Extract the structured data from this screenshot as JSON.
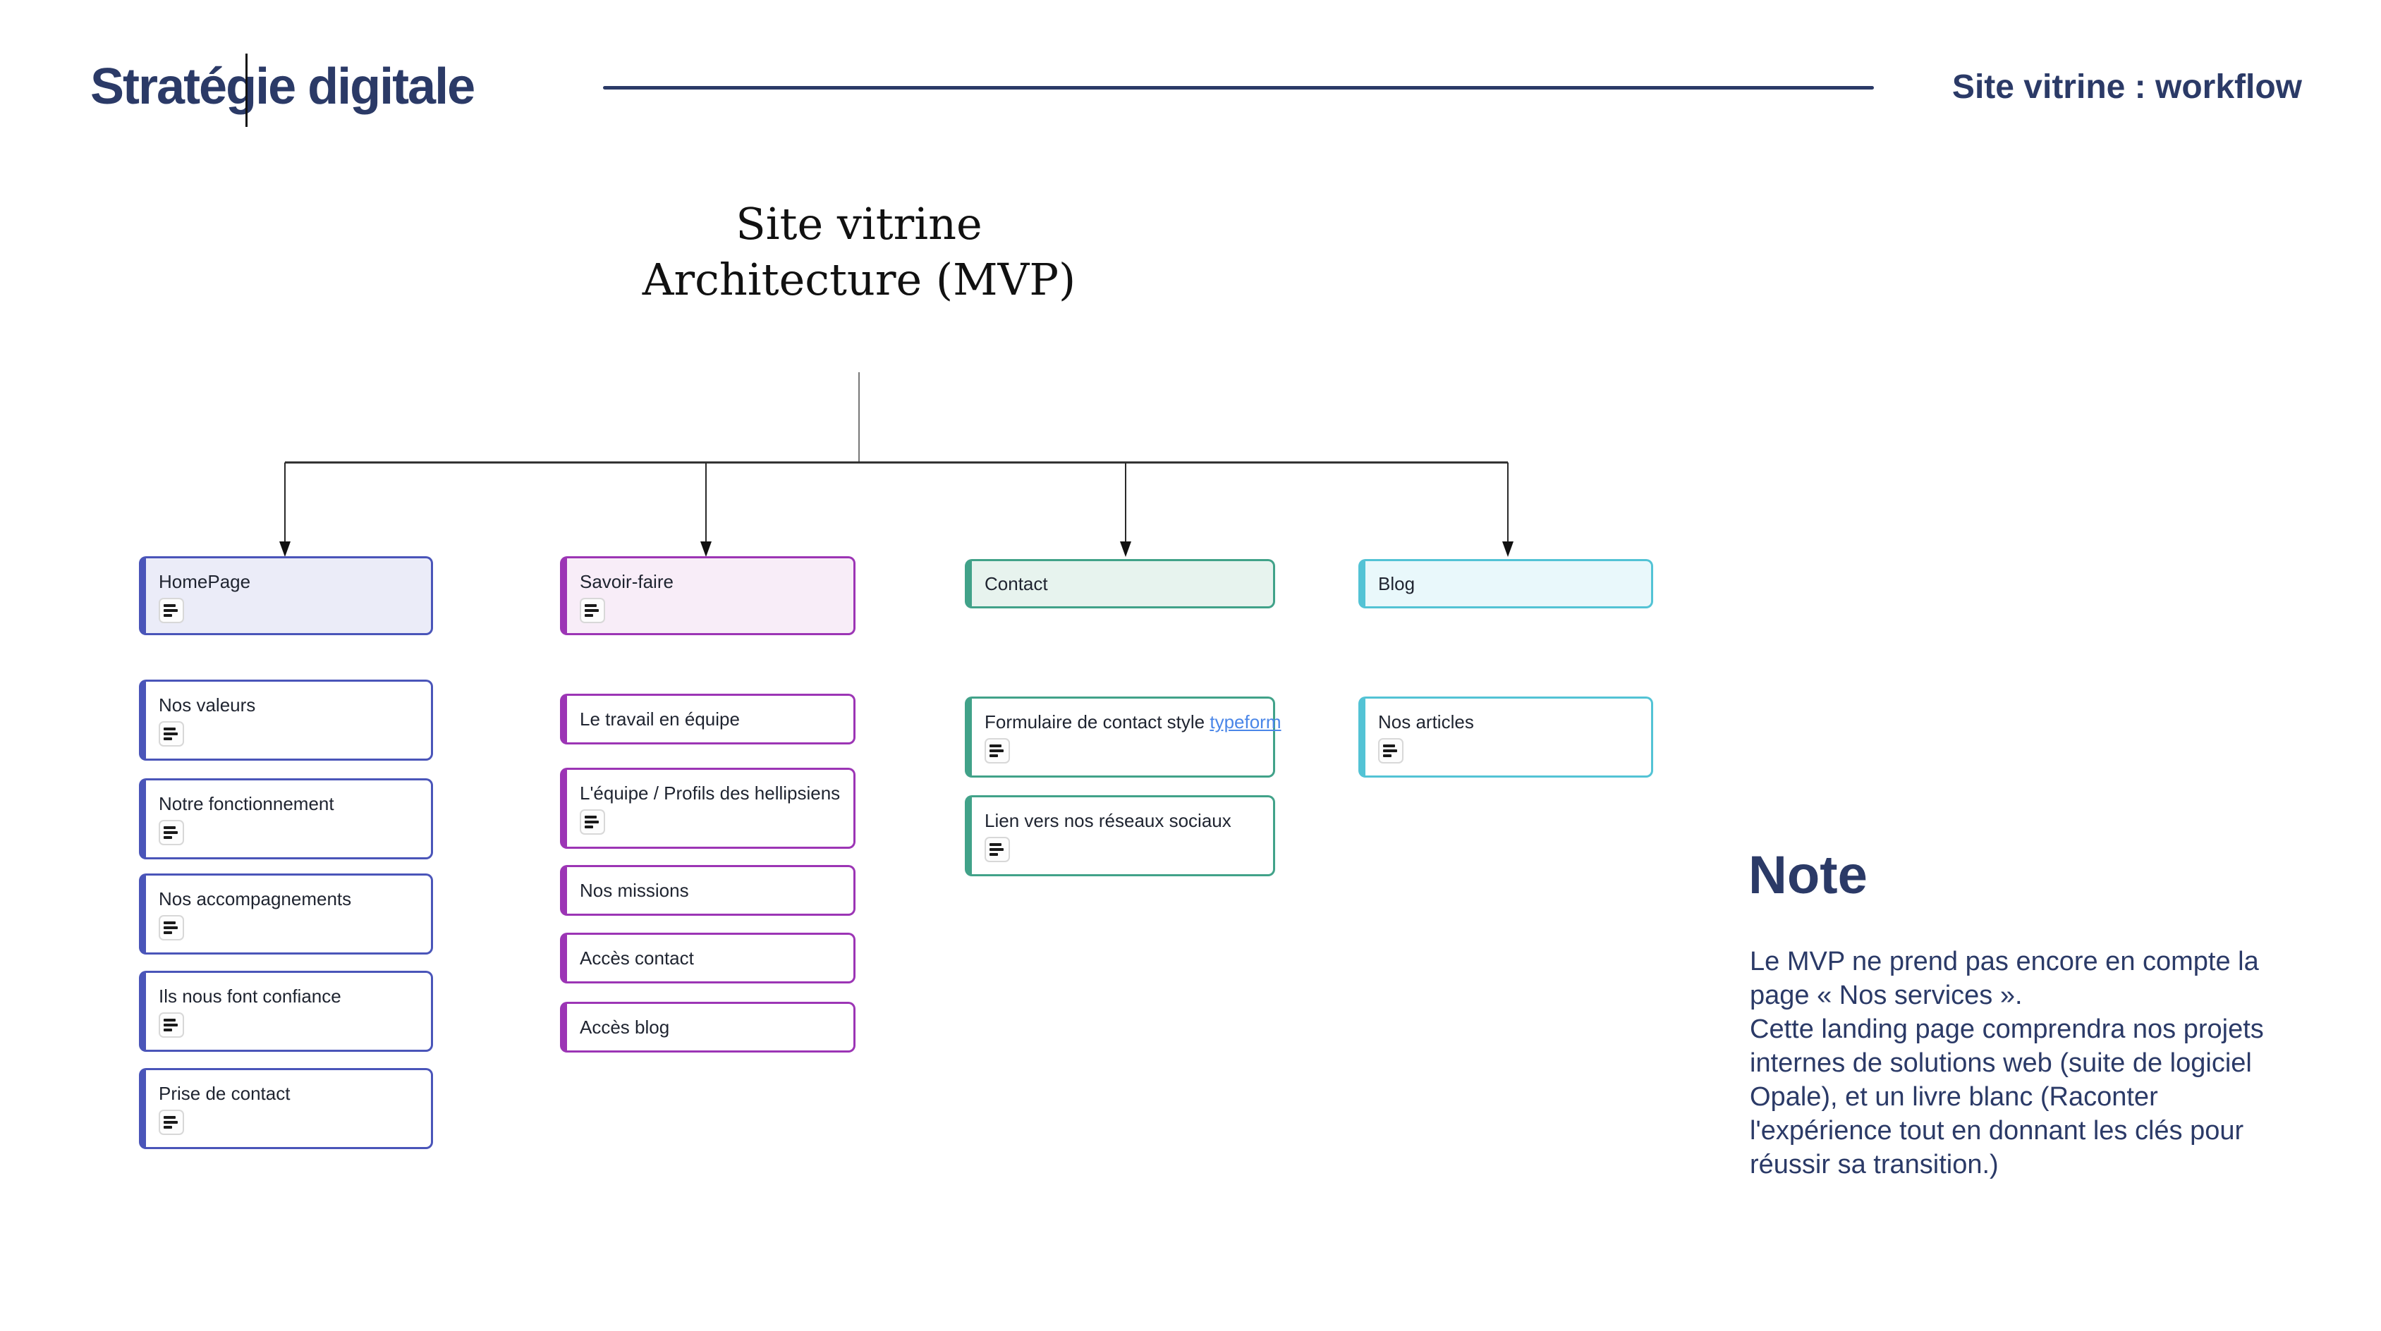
{
  "header": {
    "logo": "Stratégie digitale",
    "page_title": "Site vitrine : workflow"
  },
  "diagram": {
    "title_line1": "Site vitrine",
    "title_line2": "Architecture (MVP)",
    "columns": [
      {
        "id": "homepage",
        "accent": "#4a55b9",
        "fill": "#ebecf8",
        "header": {
          "label": "HomePage",
          "has_icon": true
        },
        "cards": [
          {
            "label": "Nos valeurs",
            "has_icon": true
          },
          {
            "label": "Notre fonctionnement",
            "has_icon": true
          },
          {
            "label": "Nos accompagnements",
            "has_icon": true
          },
          {
            "label": "Ils nous font confiance",
            "has_icon": true
          },
          {
            "label": "Prise de contact",
            "has_icon": true
          }
        ]
      },
      {
        "id": "savoir-faire",
        "accent": "#9c35b5",
        "fill": "#f8edf8",
        "header": {
          "label": "Savoir-faire",
          "has_icon": true
        },
        "cards": [
          {
            "label": "Le travail en équipe",
            "has_icon": false
          },
          {
            "label": "L'équipe / Profils des hellipsiens",
            "has_icon": true
          },
          {
            "label": "Nos missions",
            "has_icon": false
          },
          {
            "label": "Accès contact",
            "has_icon": false
          },
          {
            "label": "Accès blog",
            "has_icon": false
          }
        ]
      },
      {
        "id": "contact",
        "accent": "#41a289",
        "fill": "#e7f3ee",
        "header": {
          "label": "Contact",
          "has_icon": false
        },
        "cards": [
          {
            "label": "Formulaire de contact style typeform",
            "link_text": "typeform",
            "has_icon": true
          },
          {
            "label": "Lien vers nos réseaux sociaux",
            "has_icon": true
          }
        ]
      },
      {
        "id": "blog",
        "accent": "#53c3d5",
        "fill": "#e9f8fb",
        "header": {
          "label": "Blog",
          "has_icon": false
        },
        "cards": [
          {
            "label": "Nos articles",
            "has_icon": true
          }
        ]
      }
    ]
  },
  "note": {
    "heading": "Note",
    "body": "Le MVP ne prend pas encore en compte la page « Nos services ».\nCette landing page comprendra nos projets internes de solutions web (suite de logiciel Opale), et un livre blanc (Raconter l'expérience tout en donnant les clés pour réussir sa transition.)"
  }
}
